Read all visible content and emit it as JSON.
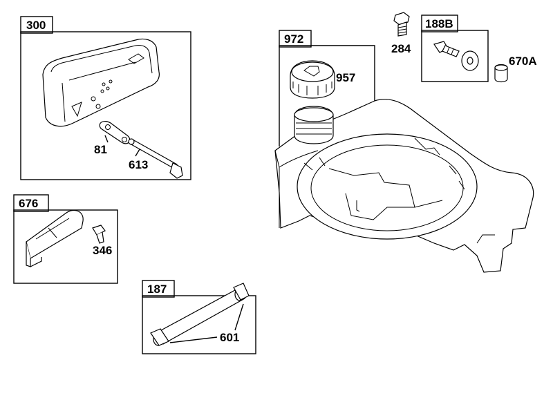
{
  "callouts": {
    "muffler_kit": "300",
    "muffler_gasket": "81",
    "muffler_screw": "613",
    "deflector_kit": "676",
    "deflector_screw": "346",
    "fuel_line_kit": "187",
    "fuel_line_clamp": "601",
    "fuel_tank_kit": "972",
    "fuel_cap": "957",
    "tank_screw": "284",
    "mount_screw_kit": "188B",
    "spacer": "670A"
  }
}
